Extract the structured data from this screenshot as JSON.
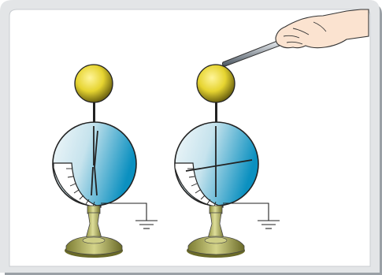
{
  "figure": {
    "description_tags": [
      "electroscope-left",
      "electroscope-right",
      "hand-holding-rod"
    ]
  },
  "electroscopes": [
    {
      "id": "left",
      "needle_state": "closed"
    },
    {
      "id": "right",
      "needle_state": "deflected"
    }
  ],
  "palette": {
    "frame": "#e3e5e7",
    "frame_shadow": "#9aa0a6",
    "ball_light": "#fff59a",
    "ball_mid": "#e6d430",
    "ball_dark": "#6e6410",
    "dial_light": "#f2f8fa",
    "dial_mid": "#a9d4e3",
    "dial_dark": "#0b90c0",
    "stand_light": "#c9c97c",
    "stand_dark": "#6f6f2b",
    "line": "#222222",
    "skin": "#fbe3d0",
    "rod_light": "#e9edf1",
    "rod_dark": "#4a5560"
  }
}
